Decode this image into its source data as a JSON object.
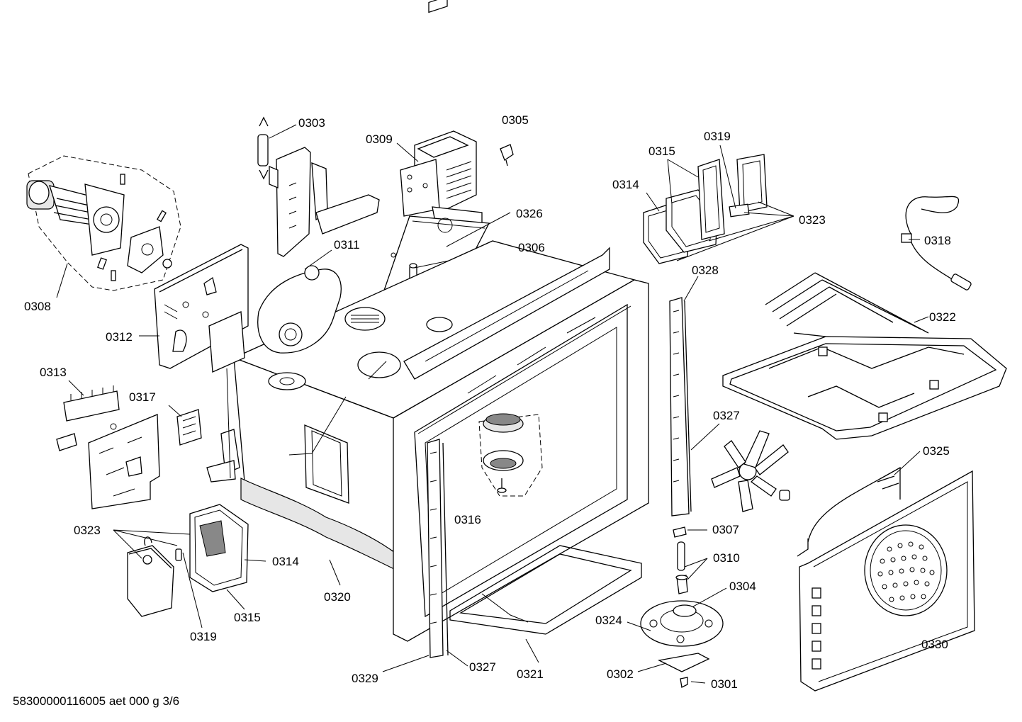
{
  "diagram": {
    "labels": {
      "p0303": "0303",
      "p0305": "0305",
      "p0309": "0309",
      "p0315a": "0315",
      "p0319a": "0319",
      "p0314a": "0314",
      "p0323a": "0323",
      "p0318": "0318",
      "p0326": "0326",
      "p0306": "0306",
      "p0311": "0311",
      "p0308": "0308",
      "p0312": "0312",
      "p0328": "0328",
      "p0322": "0322",
      "p0313": "0313",
      "p0317": "0317",
      "p0327a": "0327",
      "p0325": "0325",
      "p0316": "0316",
      "p0323b": "0323",
      "p0307": "0307",
      "p0314b": "0314",
      "p0310": "0310",
      "p0304": "0304",
      "p0320": "0320",
      "p0315b": "0315",
      "p0324": "0324",
      "p0330": "0330",
      "p0319b": "0319",
      "p0327b": "0327",
      "p0302": "0302",
      "p0321": "0321",
      "p0329": "0329",
      "p0301": "0301"
    },
    "footer": "58300000116005 aet 000 g 3/6"
  }
}
